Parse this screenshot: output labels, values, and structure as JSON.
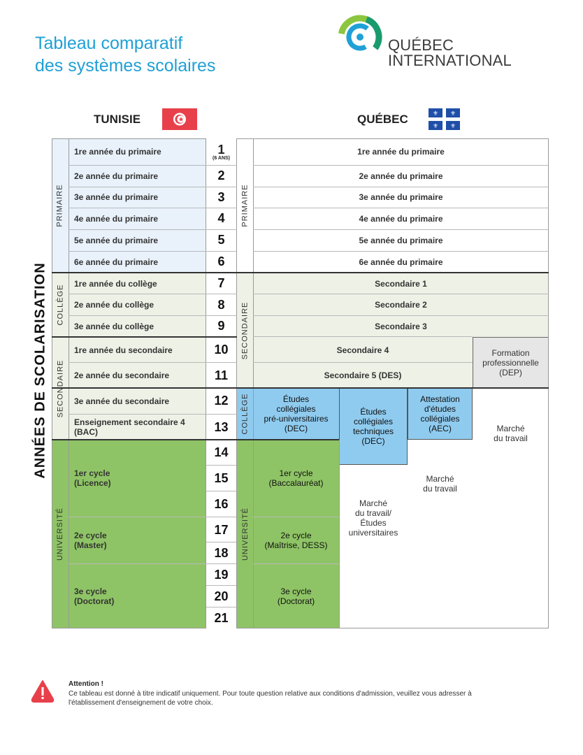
{
  "page": {
    "title_line1": "Tableau comparatif",
    "title_line2": "des systèmes scolaires"
  },
  "logo": {
    "line1": "QUÉBEC",
    "line2": "INTERNATIONAL"
  },
  "headers": {
    "left": "TUNISIE",
    "right": "QUÉBEC"
  },
  "side_label": "ANNÉES DE SCOLARISATION",
  "colors": {
    "accent": "#1fa0d6",
    "primary_bg": "#e9f2fb",
    "college_bg": "#eef1e6",
    "university_bg": "#8fc466",
    "quebec_college_bg": "#8fcbef",
    "dep_bg": "#e6e6e6",
    "tunisia_flag": "#e8404a",
    "quebec_flag": "#1f4fa8"
  },
  "tunisia": {
    "sections": {
      "primaire": "PRIMAIRE",
      "college": "COLLÈGE",
      "secondaire": "SECONDAIRE",
      "universite": "UNIVERSITÉ"
    },
    "rows": {
      "r1": "1re année du primaire",
      "r2": "2e année du primaire",
      "r3": "3e année du primaire",
      "r4": "4e année du primaire",
      "r5": "5e année du primaire",
      "r6": "6e année du primaire",
      "r7": "1re année du collège",
      "r8": "2e année du collège",
      "r9": "3e année du collège",
      "r10": "1re année du secondaire",
      "r11": "2e année du secondaire",
      "r12": "3e année du secondaire",
      "r13a": "Enseignement secondaire 4",
      "r13b": "(BAC)",
      "u1a": "1er cycle",
      "u1b": "(Licence)",
      "u2a": "2e cycle",
      "u2b": "(Master)",
      "u3a": "3e cycle",
      "u3b": "(Doctorat)"
    }
  },
  "years": {
    "y1": "1",
    "y1_note": "(6 ANS)",
    "y2": "2",
    "y3": "3",
    "y4": "4",
    "y5": "5",
    "y6": "6",
    "y7": "7",
    "y8": "8",
    "y9": "9",
    "y10": "10",
    "y11": "11",
    "y12": "12",
    "y13": "13",
    "y14": "14",
    "y15": "15",
    "y16": "16",
    "y17": "17",
    "y18": "18",
    "y19": "19",
    "y20": "20",
    "y21": "21"
  },
  "quebec": {
    "sections": {
      "primaire": "PRIMAIRE",
      "secondaire": "SECONDAIRE",
      "college": "COLLÈGE",
      "universite": "UNIVERSITÉ"
    },
    "rows": {
      "r1": "1re année du primaire",
      "r2": "2e année du primaire",
      "r3": "3e année du primaire",
      "r4": "4e année du primaire",
      "r5": "5e année du primaire",
      "r6": "6e année du primaire",
      "s1": "Secondaire 1",
      "s2": "Secondaire 2",
      "s3": "Secondaire 3",
      "s4": "Secondaire 4",
      "s5": "Secondaire 5 (DES)",
      "dep_a": "Formation",
      "dep_b": "professionnelle",
      "dep_c": "(DEP)",
      "pre_a": "Études",
      "pre_b": "collégiales",
      "pre_c": "pré-universitaires",
      "pre_d": "(DEC)",
      "tech_a": "Études",
      "tech_b": "collégiales",
      "tech_c": "techniques",
      "tech_d": "(DEC)",
      "aec_a": "Attestation",
      "aec_b": "d'études",
      "aec_c": "collégiales",
      "aec_d": "(AEC)",
      "m1a": "Marché",
      "m1b": "du travail",
      "m2a": "Marché",
      "m2b": "du travail",
      "m3a": "Marché",
      "m3b": "du travail/",
      "m3c": "Études",
      "m3d": "universitaires",
      "u1a": "1er cycle",
      "u1b": "(Baccalauréat)",
      "u2a": "2e cycle",
      "u2b": "(Maîtrise, DESS)",
      "u3a": "3e cycle",
      "u3b": "(Doctorat)"
    }
  },
  "footer": {
    "title": "Attention !",
    "text": "Ce tableau est donné à titre indicatif uniquement. Pour toute question relative aux conditions d'admission, veuillez vous adresser à l'établissement d'enseignement de votre choix."
  }
}
